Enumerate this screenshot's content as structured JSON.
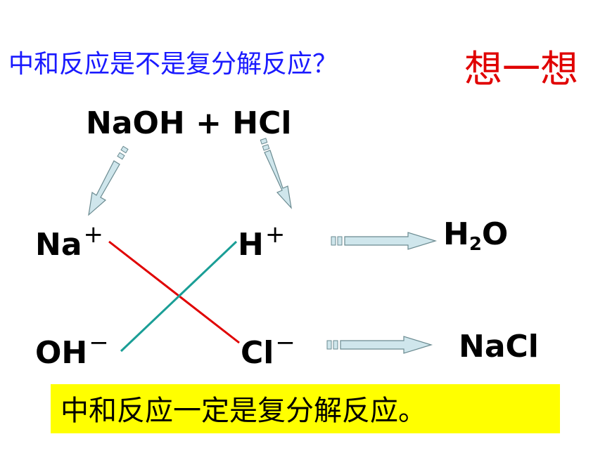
{
  "question": "中和反应是不是复分解反应？",
  "think": "想一想",
  "equation": "NaOH + HCl",
  "ions": {
    "na": {
      "base": "Na",
      "charge": "+"
    },
    "h": {
      "base": "H",
      "charge": "+"
    },
    "oh": {
      "base": "OH",
      "charge": "−"
    },
    "cl": {
      "base": "Cl",
      "charge": "−"
    }
  },
  "products": {
    "water": {
      "pre": "H",
      "sub": "2",
      "post": "O"
    },
    "salt": "NaCl"
  },
  "conclusion": "中和反应一定是复分解反应。",
  "colors": {
    "title": "#1a1aff",
    "think": "#e00000",
    "line_na_cl": "#e00000",
    "line_h_oh": "#1a9e96",
    "arrow_fill": "#cfe6ec",
    "arrow_stroke": "#6a8a90",
    "highlight": "#ffff00"
  }
}
